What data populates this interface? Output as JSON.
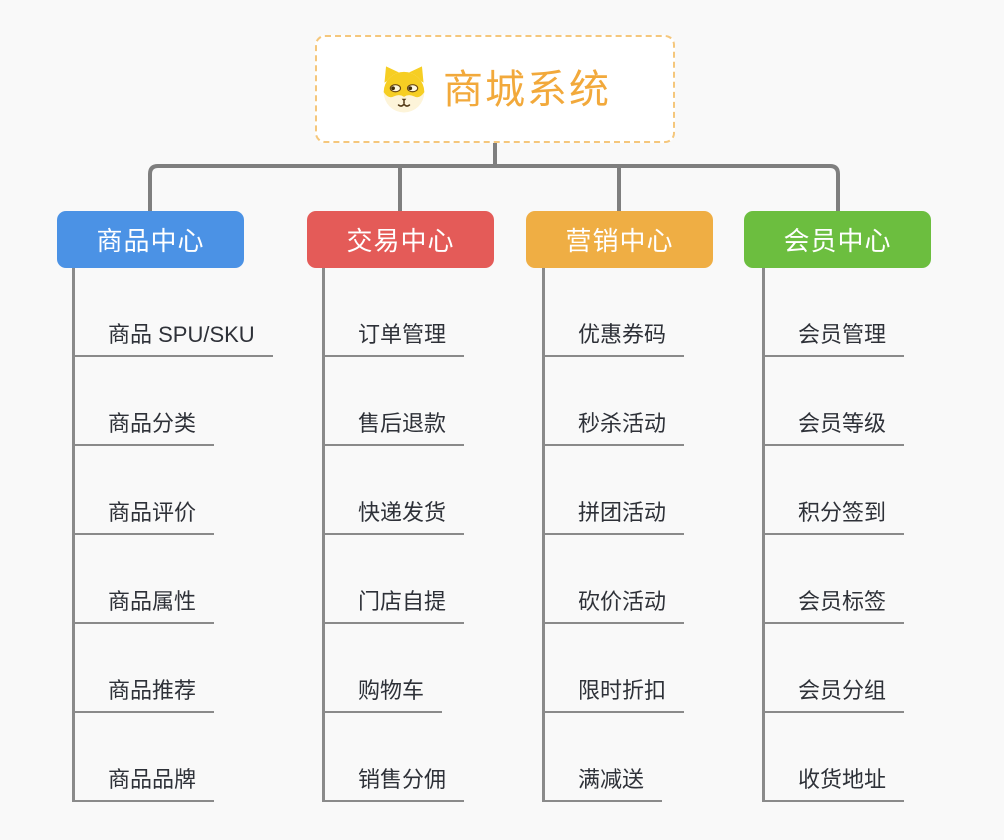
{
  "page": {
    "background_color": "#f9f9f9",
    "connector_color": "#7f7f7f"
  },
  "root": {
    "label": "商城系统",
    "icon": "dog-face-icon",
    "text_color": "#f2a93b",
    "border_color": "#f5c77c"
  },
  "branches": [
    {
      "label": "商品中心",
      "color": "#4b92e5",
      "children": [
        "商品 SPU/SKU",
        "商品分类",
        "商品评价",
        "商品属性",
        "商品推荐",
        "商品品牌"
      ]
    },
    {
      "label": "交易中心",
      "color": "#e45b58",
      "children": [
        "订单管理",
        "售后退款",
        "快递发货",
        "门店自提",
        "购物车",
        "销售分佣"
      ]
    },
    {
      "label": "营销中心",
      "color": "#efae44",
      "children": [
        "优惠券码",
        "秒杀活动",
        "拼团活动",
        "砍价活动",
        "限时折扣",
        "满减送"
      ]
    },
    {
      "label": "会员中心",
      "color": "#6cbe3f",
      "children": [
        "会员管理",
        "会员等级",
        "积分签到",
        "会员标签",
        "会员分组",
        "收货地址"
      ]
    }
  ]
}
